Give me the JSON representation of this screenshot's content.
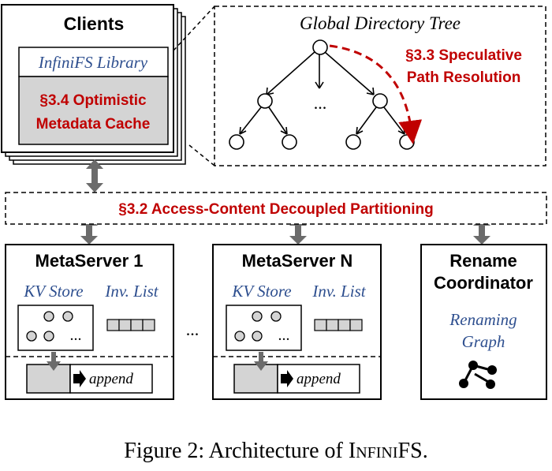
{
  "colors": {
    "stroke": "#000000",
    "accent_red": "#c00000",
    "library_blue": "#2e4f8f",
    "gray_fill": "#d4d4d4",
    "arrow_gray": "#6b6b6b"
  },
  "clients": {
    "title": "Clients",
    "library": "InfiniFS Library",
    "cache_line1": "§3.4 Optimistic",
    "cache_line2": "Metadata Cache"
  },
  "tree": {
    "title": "Global Directory Tree",
    "ellipsis": "...",
    "speculative_line1": "§3.3 Speculative",
    "speculative_line2": "Path Resolution"
  },
  "partitioning": {
    "label": "§3.2 Access-Content Decoupled Partitioning"
  },
  "metaserver_1": {
    "title": "MetaServer 1",
    "kv_label": "KV Store",
    "inv_label": "Inv. List",
    "kv_ellipsis": "...",
    "append_label": "append"
  },
  "metaserver_n": {
    "title": "MetaServer N",
    "kv_label": "KV Store",
    "inv_label": "Inv. List",
    "kv_ellipsis": "...",
    "append_label": "append"
  },
  "between_servers": "...",
  "rename": {
    "title_line1": "Rename",
    "title_line2": "Coordinator",
    "graph_line1": "Renaming",
    "graph_line2": "Graph"
  },
  "caption": {
    "prefix": "Figure 2: Architecture of I",
    "smallcaps": "nfini",
    "suffix": "FS."
  }
}
